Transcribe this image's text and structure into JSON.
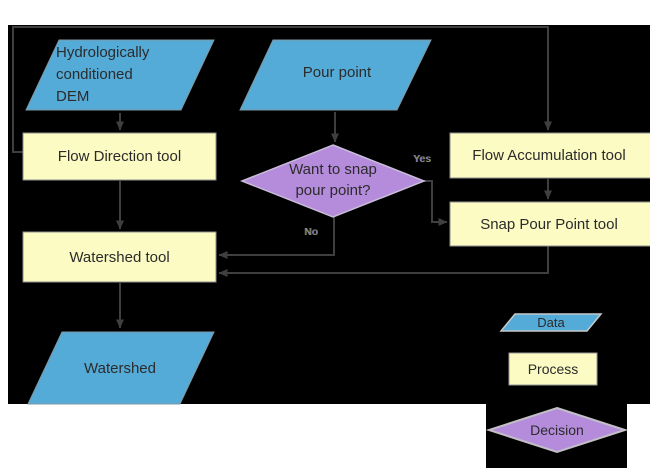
{
  "colors": {
    "data_fill": "#55ABD7",
    "process_fill": "#FBFBC3",
    "decision_fill": "#B58CDB",
    "connector": "#3F3F3F",
    "diagram_background": "#000000",
    "page_background": "#FFFFFF",
    "text": "#2B2B2B"
  },
  "nodes": {
    "dem": {
      "type": "Data",
      "label": "Hydrologically conditioned DEM",
      "lines": [
        "Hydrologically",
        "conditioned",
        "DEM"
      ]
    },
    "pour_point": {
      "type": "Data",
      "label": "Pour point"
    },
    "flow_direction": {
      "type": "Process",
      "label": "Flow Direction tool"
    },
    "flow_accumulation": {
      "type": "Process",
      "label": "Flow Accumulation tool"
    },
    "snap_pour_point": {
      "type": "Process",
      "label": "Snap Pour Point tool"
    },
    "snap_decision": {
      "type": "Decision",
      "label": "Want to snap pour point?",
      "lines": [
        "Want to snap",
        "pour point?"
      ]
    },
    "watershed_tool": {
      "type": "Process",
      "label": "Watershed tool"
    },
    "watershed": {
      "type": "Data",
      "label": "Watershed"
    }
  },
  "edge_labels": {
    "yes": "Yes",
    "no": "No"
  },
  "legend": {
    "data_label": "Data",
    "process_label": "Process",
    "decision_label": "Decision"
  }
}
